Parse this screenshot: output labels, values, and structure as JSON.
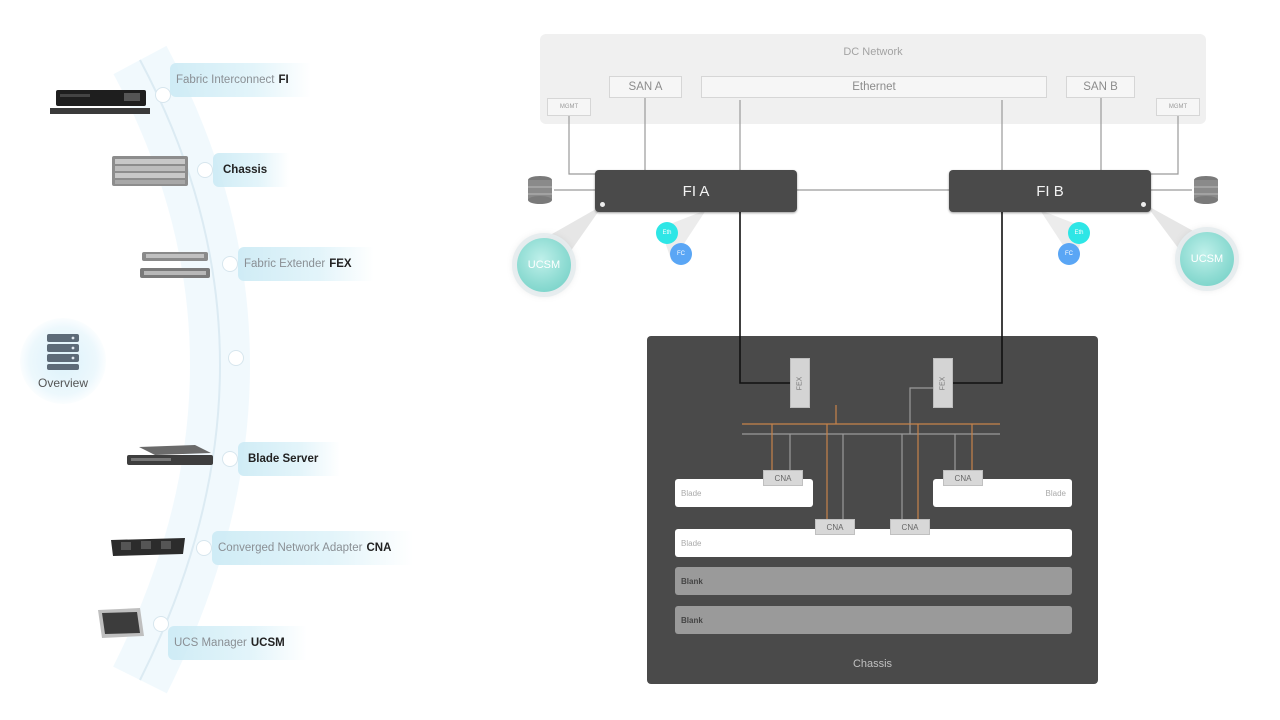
{
  "nav": {
    "items": [
      {
        "label": "Fabric Interconnect",
        "bold": "FI",
        "icon": "fabric-interconnect-icon"
      },
      {
        "label": "",
        "bold": "Chassis",
        "icon": "chassis-icon"
      },
      {
        "label": "Fabric Extender",
        "bold": "FEX",
        "icon": "fabric-extender-icon"
      },
      {
        "label": "",
        "bold": "Blade Server",
        "icon": "blade-server-icon"
      },
      {
        "label": "Converged Network Adapter",
        "bold": "CNA",
        "icon": "cna-icon"
      },
      {
        "label": "UCS Manager",
        "bold": "UCSM",
        "icon": "ucs-manager-icon"
      }
    ],
    "overview_label": "Overview"
  },
  "diagram": {
    "dc_network": "DC Network",
    "san_a": "SAN A",
    "ethernet": "Ethernet",
    "san_b": "SAN B",
    "mgmt": "MGMT",
    "fi_a": "FI A",
    "fi_b": "FI B",
    "ucsm": "UCSM",
    "eth_port": "Eth",
    "fc_port": "FC",
    "fex": "FEX",
    "cna": "CNA",
    "blade": "Blade",
    "blank": "Blank",
    "chassis": "Chassis"
  },
  "colors": {
    "accent_teal": "#8fdcd3",
    "eth_port": "#2ee6e6",
    "fc_port": "#5aa6f5",
    "fi_box": "#4a4a4a",
    "chassis": "#4a4a4a",
    "fc_wire": "#c8834a"
  }
}
